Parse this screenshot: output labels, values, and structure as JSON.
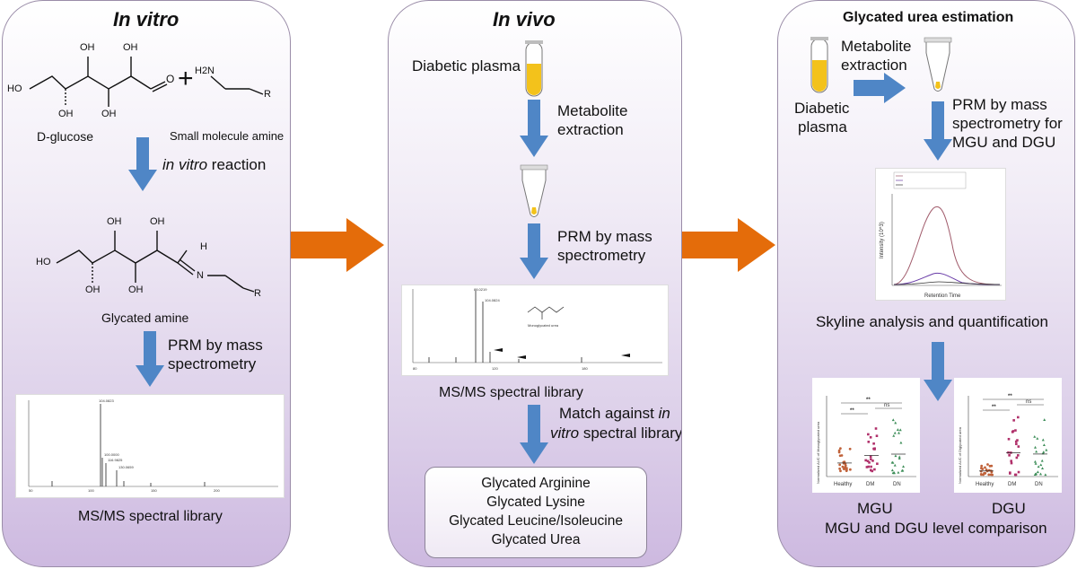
{
  "panels": {
    "in_vitro": {
      "title": "In vitro",
      "glucose_label": "D-glucose",
      "amine_label": "Small molecule amine",
      "plus": "+",
      "reaction_italic": "in vitro",
      "reaction_rest": " reaction",
      "product_label": "Glycated amine",
      "prm_line1": "PRM by mass",
      "prm_line2": "spectrometry",
      "library_label": "MS/MS spectral library"
    },
    "in_vivo": {
      "title": "In vivo",
      "plasma_label": "Diabetic plasma",
      "extraction_line1": "Metabolite",
      "extraction_line2": "extraction",
      "prm_line1": "PRM by mass",
      "prm_line2": "spectrometry",
      "library_label": "MS/MS spectral library",
      "match_line1_a": "Match against ",
      "match_line1_b": "in",
      "match_line2_a": "vitro",
      "match_line2_b": " spectral library",
      "spectrum_compound": "Monoglycated urea",
      "results": [
        "Glycated Arginine",
        "Glycated Lysine",
        "Glycated Leucine/Isoleucine",
        "Glycated Urea"
      ]
    },
    "estimation": {
      "title": "Glycated urea estimation",
      "extraction_line1": "Metabolite",
      "extraction_line2": "extraction",
      "plasma_line1": "Diabetic",
      "plasma_line2": "plasma",
      "prm_line1": "PRM by mass",
      "prm_line2": "spectrometry for",
      "prm_line3": "MGU and DGU",
      "skyline_label": "Skyline analysis and quantification",
      "mgu_label": "MGU",
      "dgu_label": "DGU",
      "comparison_label": "MGU and DGU level comparison",
      "chromatogram_xlabel": "Retention Time",
      "chromatogram_ylabel": "Intensity (10^3)",
      "mgu_ylabel": "Normalized AUC of Monoglycated urea",
      "dgu_ylabel": "Normalized AUC of Diglycated urea",
      "groups": [
        "Healthy",
        "DM",
        "DN"
      ],
      "sig_double": "**",
      "sig_ns": "ns"
    }
  },
  "chem": {
    "oh": "OH",
    "ho": "HO",
    "o": "O",
    "h": "H",
    "n": "N",
    "r": "R",
    "h2n": "H2N"
  },
  "colors": {
    "arrow_blue": "#4f86c6",
    "arrow_orange": "#e46c0a",
    "panel_border": "#9a8ca8",
    "tube_fill": "#f3c21b"
  }
}
